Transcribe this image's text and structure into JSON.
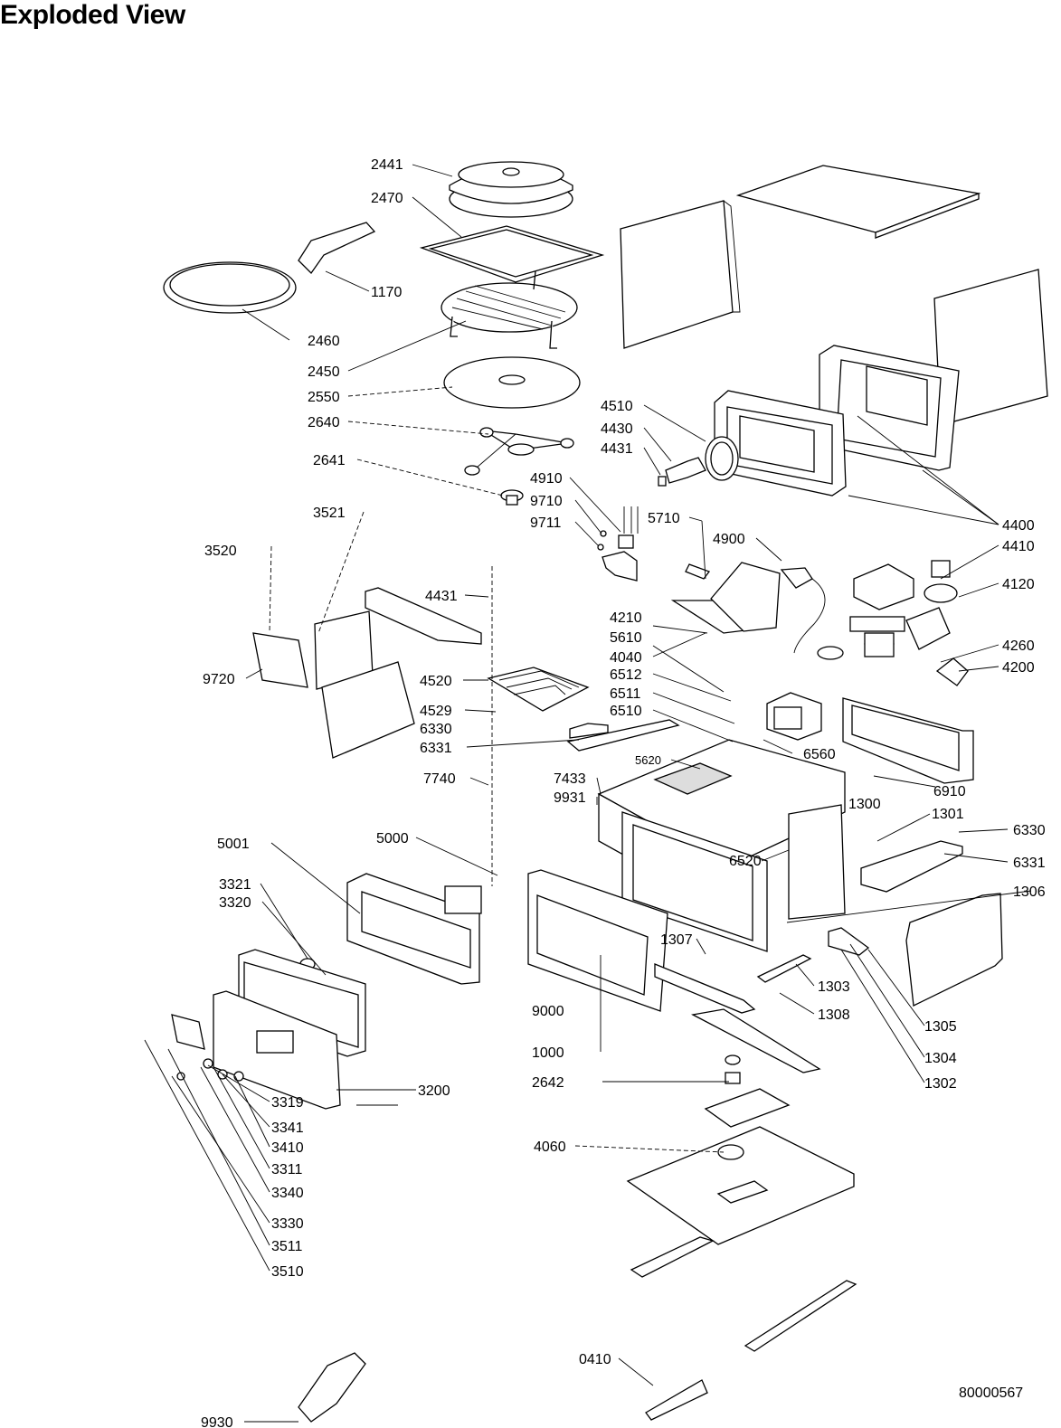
{
  "page": {
    "title": "Exploded View",
    "doc_number": "80000567"
  },
  "parts": [
    {
      "id": "2441",
      "label": "2441"
    },
    {
      "id": "2470",
      "label": "2470"
    },
    {
      "id": "1170",
      "label": "1170"
    },
    {
      "id": "2460",
      "label": "2460"
    },
    {
      "id": "2450",
      "label": "2450"
    },
    {
      "id": "2550",
      "label": "2550"
    },
    {
      "id": "2640",
      "label": "2640"
    },
    {
      "id": "2641",
      "label": "2641"
    },
    {
      "id": "4510",
      "label": "4510"
    },
    {
      "id": "4430",
      "label": "4430"
    },
    {
      "id": "4431a",
      "label": "4431"
    },
    {
      "id": "4910",
      "label": "4910"
    },
    {
      "id": "9710",
      "label": "9710"
    },
    {
      "id": "9711",
      "label": "9711"
    },
    {
      "id": "5710",
      "label": "5710"
    },
    {
      "id": "4900",
      "label": "4900"
    },
    {
      "id": "4400",
      "label": "4400"
    },
    {
      "id": "4410",
      "label": "4410"
    },
    {
      "id": "4120",
      "label": "4120"
    },
    {
      "id": "3521",
      "label": "3521"
    },
    {
      "id": "3520",
      "label": "3520"
    },
    {
      "id": "4431b",
      "label": "4431"
    },
    {
      "id": "4210",
      "label": "4210"
    },
    {
      "id": "5610",
      "label": "5610"
    },
    {
      "id": "4040",
      "label": "4040"
    },
    {
      "id": "6512",
      "label": "6512"
    },
    {
      "id": "6511",
      "label": "6511"
    },
    {
      "id": "6510",
      "label": "6510"
    },
    {
      "id": "4260",
      "label": "4260"
    },
    {
      "id": "4200",
      "label": "4200"
    },
    {
      "id": "9720",
      "label": "9720"
    },
    {
      "id": "4520",
      "label": "4520"
    },
    {
      "id": "4529",
      "label": "4529"
    },
    {
      "id": "6330a",
      "label": "6330"
    },
    {
      "id": "6331a",
      "label": "6331"
    },
    {
      "id": "6560",
      "label": "6560"
    },
    {
      "id": "5620",
      "label": "5620"
    },
    {
      "id": "7433",
      "label": "7433"
    },
    {
      "id": "7740",
      "label": "7740"
    },
    {
      "id": "9931",
      "label": "9931"
    },
    {
      "id": "6910",
      "label": "6910"
    },
    {
      "id": "1300",
      "label": "1300"
    },
    {
      "id": "1301",
      "label": "1301"
    },
    {
      "id": "6330b",
      "label": "6330"
    },
    {
      "id": "6331b",
      "label": "6331"
    },
    {
      "id": "5001",
      "label": "5001"
    },
    {
      "id": "5000",
      "label": "5000"
    },
    {
      "id": "6520",
      "label": "6520"
    },
    {
      "id": "1306",
      "label": "1306"
    },
    {
      "id": "3321",
      "label": "3321"
    },
    {
      "id": "3320",
      "label": "3320"
    },
    {
      "id": "1307",
      "label": "1307"
    },
    {
      "id": "1303",
      "label": "1303"
    },
    {
      "id": "9000",
      "label": "9000"
    },
    {
      "id": "1308",
      "label": "1308"
    },
    {
      "id": "1305",
      "label": "1305"
    },
    {
      "id": "1000",
      "label": "1000"
    },
    {
      "id": "1304",
      "label": "1304"
    },
    {
      "id": "1302",
      "label": "1302"
    },
    {
      "id": "2642",
      "label": "2642"
    },
    {
      "id": "3200",
      "label": "3200"
    },
    {
      "id": "3319",
      "label": "3319"
    },
    {
      "id": "3341",
      "label": "3341"
    },
    {
      "id": "3410",
      "label": "3410"
    },
    {
      "id": "3311",
      "label": "3311"
    },
    {
      "id": "4060",
      "label": "4060"
    },
    {
      "id": "3340",
      "label": "3340"
    },
    {
      "id": "3330",
      "label": "3330"
    },
    {
      "id": "3511",
      "label": "3511"
    },
    {
      "id": "3510",
      "label": "3510"
    },
    {
      "id": "0410",
      "label": "0410"
    },
    {
      "id": "9930",
      "label": "9930"
    }
  ]
}
